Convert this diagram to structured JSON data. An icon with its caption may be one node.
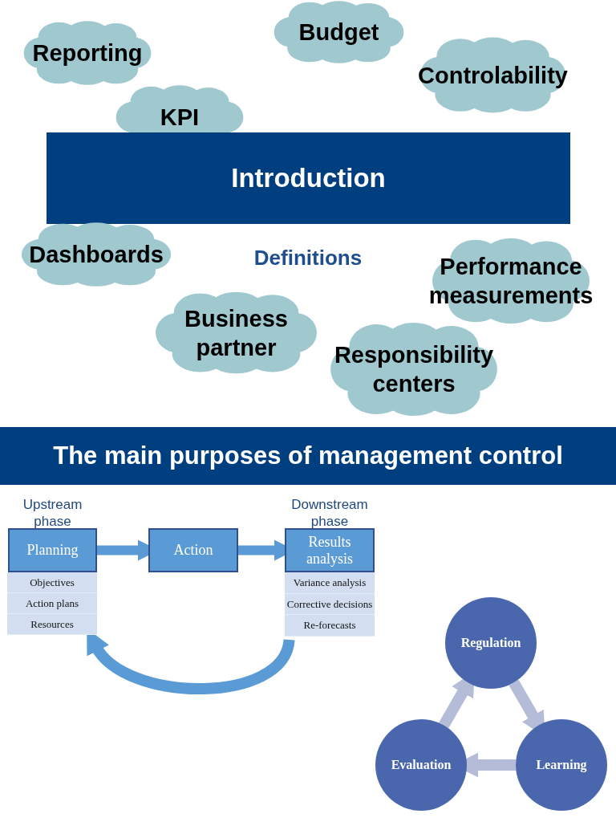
{
  "diagram": {
    "nodes": [
      {
        "text": [
          "Reporting"
        ]
      },
      {
        "text": [
          "Budget"
        ]
      },
      {
        "text": [
          "Controlability"
        ]
      },
      {
        "text": [
          "KPI"
        ]
      },
      {
        "text": [
          "Introduction"
        ]
      },
      {
        "text": [
          "Dashboards"
        ]
      },
      {
        "text": [
          "Performance measurements"
        ]
      },
      {
        "text": [
          "Business partner"
        ]
      },
      {
        "text": [
          "Responsibility centers"
        ]
      },
      {
        "text": [
          "The main purposes of management control"
        ]
      },
      {
        "text": [
          "Upstream phase",
          "Planning"
        ]
      },
      {
        "text": [
          "Objectives",
          "Action plans",
          "Resources"
        ]
      },
      {
        "text": [
          "Action"
        ]
      },
      {
        "text": [
          "Downstream phase",
          "Results analysis"
        ]
      },
      {
        "text": [
          "Variance analysis",
          "Corrective decisions",
          "Re-forecasts"
        ]
      },
      {
        "text": [
          "Regulation"
        ]
      },
      {
        "text": [
          "Learning"
        ]
      },
      {
        "text": [
          "Evaluation"
        ]
      }
    ],
    "edges": [
      {
        "from": 10,
        "to": 12,
        "arrow": "to"
      },
      {
        "from": 12,
        "to": 13,
        "arrow": "to"
      },
      {
        "from": 14,
        "to": 11,
        "arrow": "to"
      },
      {
        "from": 15,
        "to": 16,
        "arrow": "to"
      },
      {
        "from": 16,
        "to": 17,
        "arrow": "to"
      },
      {
        "from": 17,
        "to": 15,
        "arrow": "to"
      }
    ],
    "labels": [
      "Definitions"
    ]
  }
}
